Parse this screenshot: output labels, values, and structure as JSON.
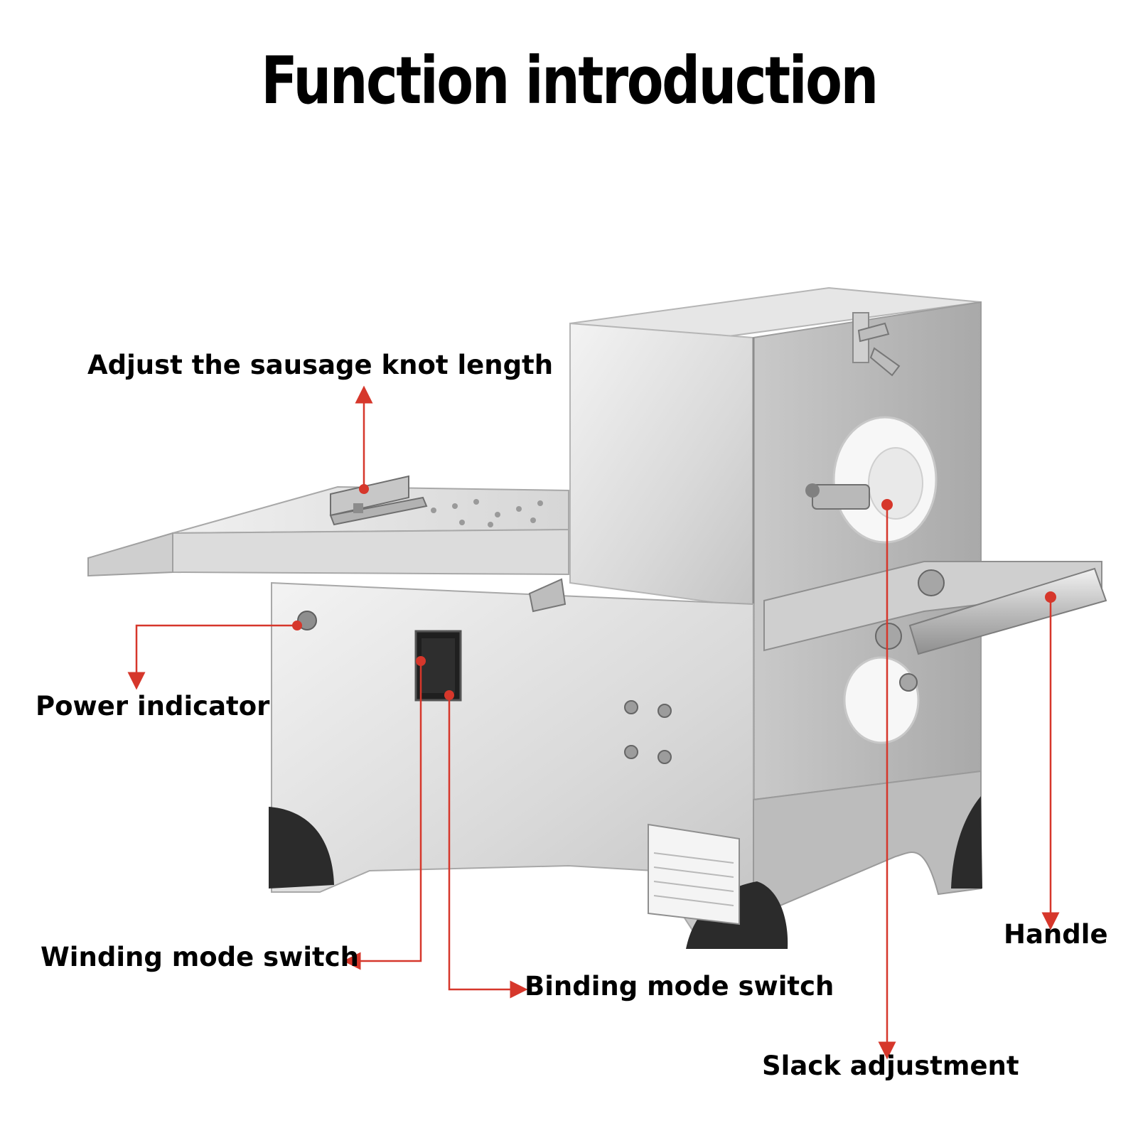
{
  "title": "Function introduction",
  "labels": {
    "knot_length": "Adjust the sausage knot length",
    "power_indicator": "Power indicator",
    "winding_switch": "Winding mode switch",
    "binding_switch": "Binding mode switch",
    "slack_adjustment": "Slack adjustment",
    "handle": "Handle"
  },
  "colors": {
    "callout": "#d6372b",
    "steel_light": "#ececec",
    "steel_mid": "#cfcfcf",
    "steel_dark": "#a9a9a9",
    "feet": "#2b2b2b",
    "roller": "#f7f7f7"
  }
}
